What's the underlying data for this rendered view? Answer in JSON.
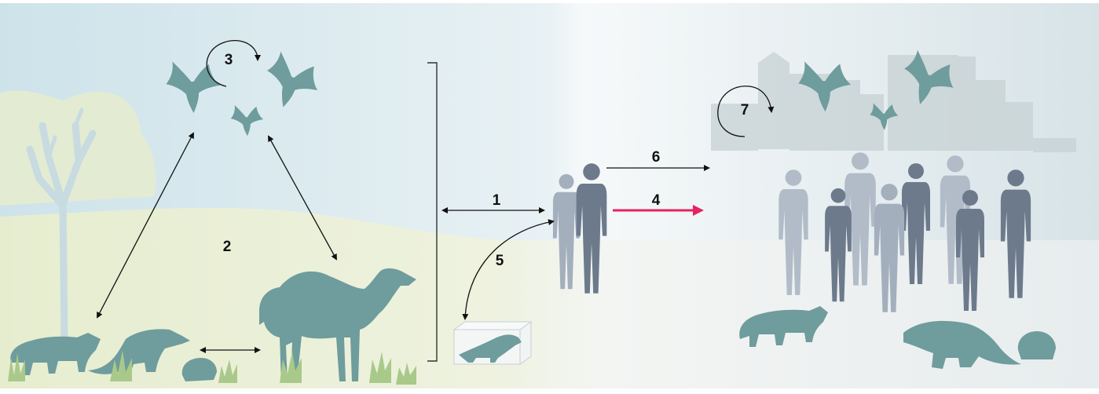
{
  "labels": {
    "step1": "1",
    "step2": "2",
    "step3": "3",
    "step4": "4",
    "step5": "5",
    "step6": "6",
    "step7": "7"
  },
  "colors": {
    "animal": "#6f9c9c",
    "human_dark": "#6d7a8c",
    "human_light": "#a3afbd",
    "arrow": "#111111",
    "highlight_arrow": "#e4235f",
    "grass": "#a9c98a",
    "sky": "#cfe3ea",
    "ground": "#eef0dc",
    "city": "#c9d3d6"
  },
  "icons": [
    "bat-icon",
    "civet-icon",
    "pangolin-icon",
    "hedgehog-icon",
    "camel-icon",
    "ferret-icon",
    "human-icon",
    "tree-icon",
    "city-skyline-icon",
    "grass-icon",
    "cycle-arrow-icon"
  ]
}
